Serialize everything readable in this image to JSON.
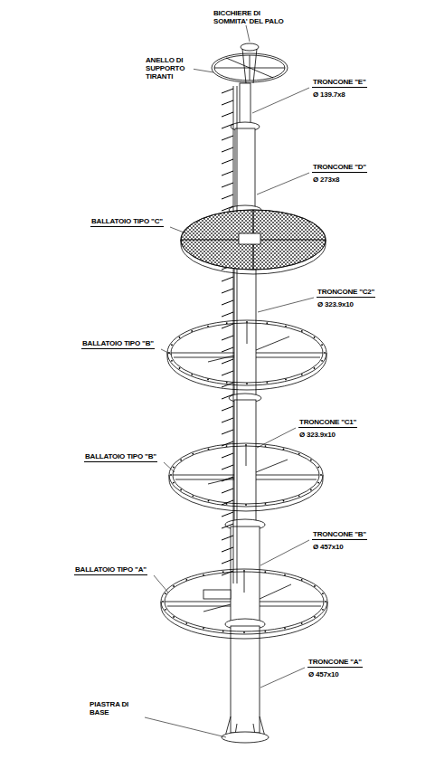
{
  "diagram": {
    "labels": [
      "BICCHIERE DI SOMMITA' DEL PALO",
      "ANELLO DI SUPPORTO TIRANTI",
      "TRONCONE \"E\"",
      "Ø 139.7x8",
      "TRONCONE \"D\"",
      "Ø 273x8",
      "BALLATOIO TIPO \"C\"",
      "TRONCONE \"C2\"",
      "Ø 323.9x10",
      "BALLATOIO TIPO \"B\"",
      "TRONCONE \"C1\"",
      "Ø 323.9x10",
      "BALLATOIO TIPO \"B\"",
      "TRONCONE \"B\"",
      "Ø 457x10",
      "BALLATOIO TIPO \"A\"",
      "TRONCONE \"A\"",
      "Ø 457x10",
      "PIASTRA DI BASE"
    ]
  }
}
